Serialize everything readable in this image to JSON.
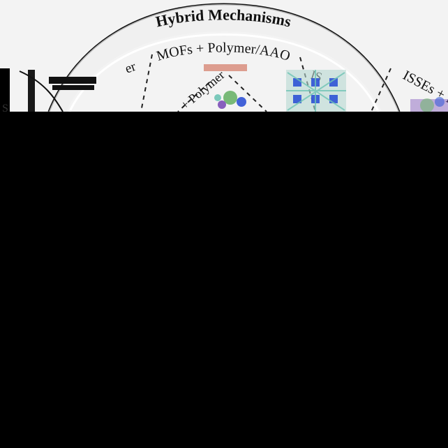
{
  "figure": {
    "outer_title": "Hybrid Mechanisms",
    "segments": {
      "left_partial_label": "er",
      "top_label": "MOFs + Polymer/AAO",
      "mid_partial_label": "+ Polymer",
      "right_partial_label_1": "IS",
      "right_label": "ISSEs + P"
    },
    "left_text_snippet": "S",
    "colors": {
      "background": "#000000",
      "panel": "#f2f2f2",
      "ring": "#e9e9e9",
      "line": "#111111",
      "dash": "#222222",
      "accent_blue": "#2f53d6",
      "accent_green": "#6bb36a",
      "accent_pink": "#d88d7c",
      "accent_purple": "#7d4fb8",
      "accent_teal": "#6fc5b5"
    }
  }
}
